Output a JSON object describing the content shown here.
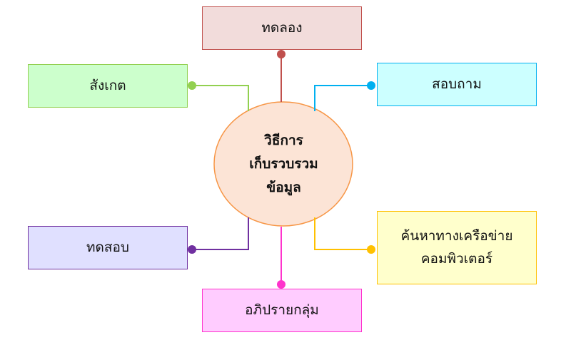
{
  "center": {
    "lines": [
      "วิธีการ",
      "เก็บรวบรวม",
      "ข้อมูล"
    ],
    "fill": "#fce4d6",
    "stroke": "#f79646"
  },
  "nodes": {
    "top": {
      "label": "ทดลอง",
      "fill": "#f2dcdb",
      "stroke": "#c0504d"
    },
    "left_top": {
      "label": "สังเกต",
      "fill": "#ccffcc",
      "stroke": "#92d050"
    },
    "right_top": {
      "label": "สอบถาม",
      "fill": "#ccffff",
      "stroke": "#00b0f0"
    },
    "left_bottom": {
      "label": "ทดสอบ",
      "fill": "#e0e0ff",
      "stroke": "#7030a0"
    },
    "right_bottom": {
      "lines": [
        "ค้นหาทางเครือข่าย",
        "คอมพิวเตอร์"
      ],
      "fill": "#ffffcc",
      "stroke": "#ffc000"
    },
    "bottom": {
      "label": "อภิปรายกลุ่ม",
      "fill": "#ffccff",
      "stroke": "#ff33cc"
    }
  }
}
